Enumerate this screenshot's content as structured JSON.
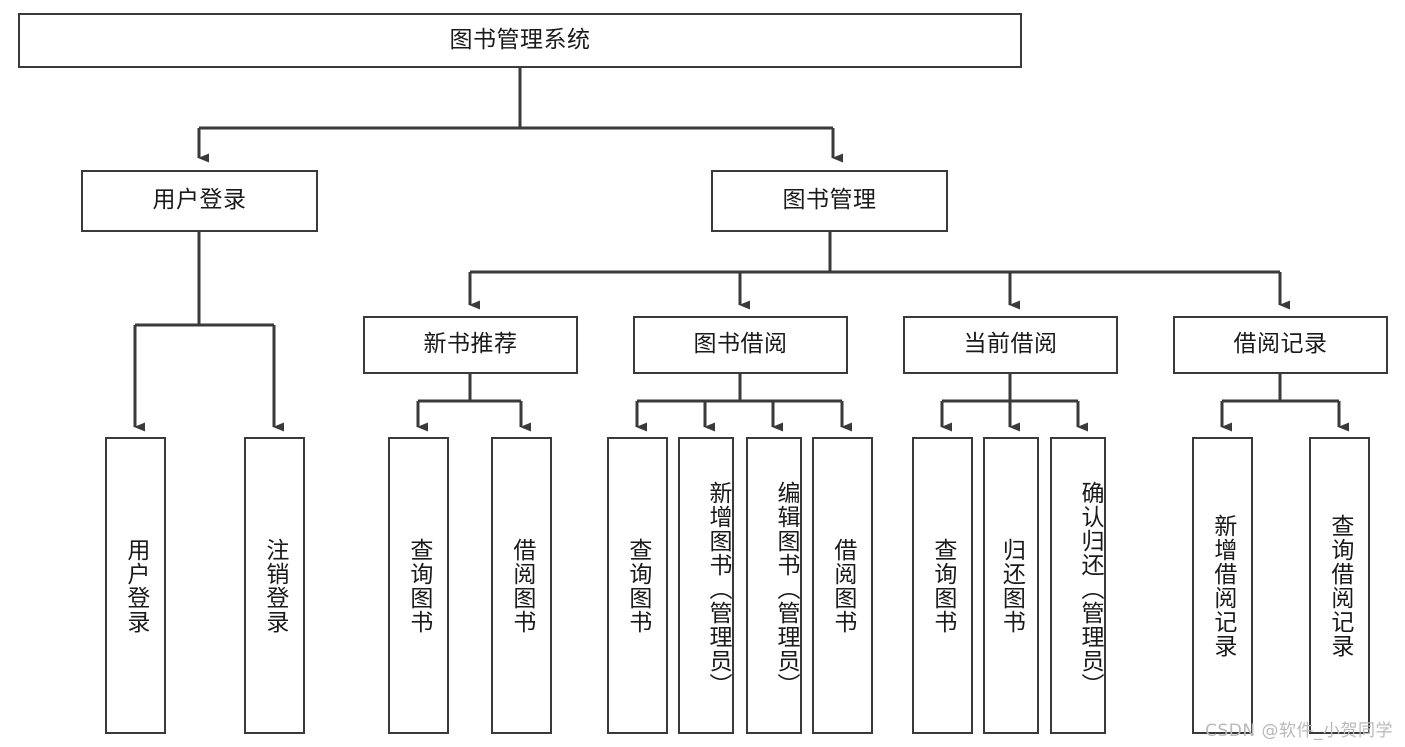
{
  "diagram": {
    "title": "图书管理系统",
    "type": "tree-hierarchy",
    "watermark": "CSDN @软件_小贺同学",
    "colors": {
      "stroke": "#3a3a3a",
      "fill": "#ffffff",
      "text": "#1a1a1a",
      "watermark": "#b9b9b9"
    },
    "nodes": {
      "root": {
        "label": "图书管理系统"
      },
      "level2": [
        {
          "id": "user-login",
          "label": "用户登录"
        },
        {
          "id": "book-manage",
          "label": "图书管理"
        }
      ],
      "level3": [
        {
          "id": "new-book-recommend",
          "label": "新书推荐"
        },
        {
          "id": "book-borrow",
          "label": "图书借阅"
        },
        {
          "id": "current-borrow",
          "label": "当前借阅"
        },
        {
          "id": "borrow-record",
          "label": "借阅记录"
        }
      ],
      "leaves": {
        "user-login": [
          {
            "id": "leaf-user-login",
            "label": "用户登录"
          },
          {
            "id": "leaf-user-logout",
            "label": "注销登录"
          }
        ],
        "new-book-recommend": [
          {
            "id": "leaf-query-book-1",
            "label": "查询图书"
          },
          {
            "id": "leaf-borrow-book-1",
            "label": "借阅图书"
          }
        ],
        "book-borrow": [
          {
            "id": "leaf-query-book-2",
            "label": "查询图书"
          },
          {
            "id": "leaf-add-book",
            "label": "新增图书（管理员）"
          },
          {
            "id": "leaf-edit-book",
            "label": "编辑图书（管理员）"
          },
          {
            "id": "leaf-borrow-book-2",
            "label": "借阅图书"
          }
        ],
        "current-borrow": [
          {
            "id": "leaf-query-book-3",
            "label": "查询图书"
          },
          {
            "id": "leaf-return-book",
            "label": "归还图书"
          },
          {
            "id": "leaf-confirm-return",
            "label": "确认归还（管理员）"
          }
        ],
        "borrow-record": [
          {
            "id": "leaf-add-record",
            "label": "新增借阅记录"
          },
          {
            "id": "leaf-query-record",
            "label": "查询借阅记录"
          }
        ]
      }
    }
  }
}
